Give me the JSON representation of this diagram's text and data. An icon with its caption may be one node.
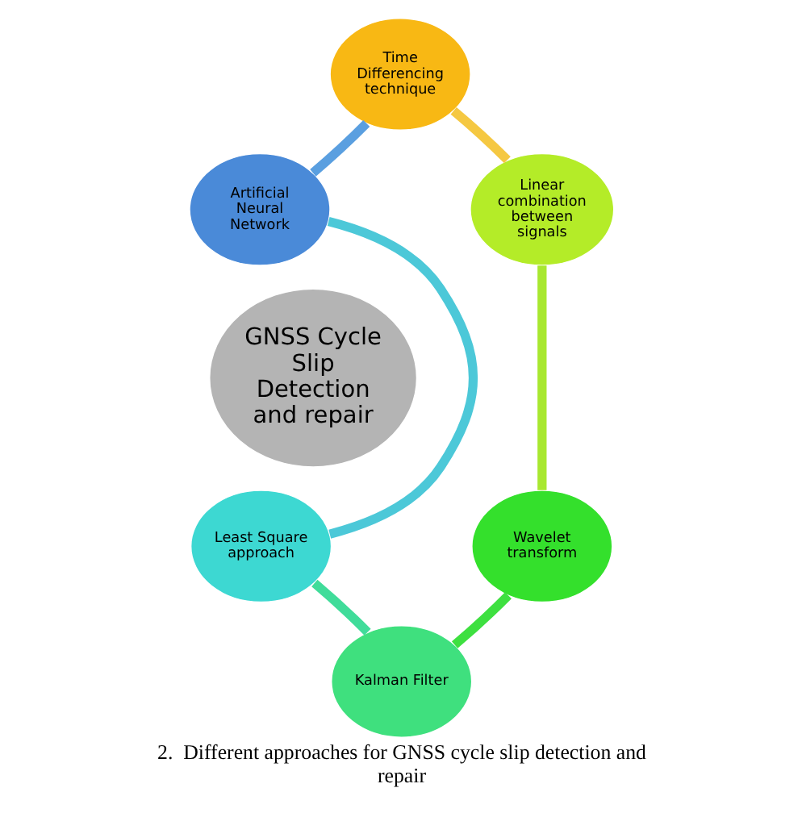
{
  "diagram": {
    "caption": "2.  Different approaches for GNSS cycle slip detection and repair",
    "nodes": [
      {
        "text": [
          "GNSS Cycle Slip Detection and repair"
        ]
      },
      {
        "text": [
          "Time Differencing technique"
        ]
      },
      {
        "text": [
          "Linear combination between signals"
        ]
      },
      {
        "text": [
          "Wavelet transform"
        ]
      },
      {
        "text": [
          "Kalman Filter"
        ]
      },
      {
        "text": [
          "Least Square approach"
        ]
      },
      {
        "text": [
          "Artificial Neural Network"
        ]
      }
    ],
    "edges": [
      {
        "from": 1,
        "to": 2,
        "arrow": "none",
        "color": "#f5c842"
      },
      {
        "from": 2,
        "to": 3,
        "arrow": "none",
        "color": "#a8e830"
      },
      {
        "from": 3,
        "to": 4,
        "arrow": "none",
        "color": "#3ee040"
      },
      {
        "from": 4,
        "to": 5,
        "arrow": "none",
        "color": "#40dc9a"
      },
      {
        "from": 5,
        "to": 6,
        "arrow": "none",
        "color": "#4cc8d8"
      },
      {
        "from": 6,
        "to": 1,
        "arrow": "none",
        "color": "#5a9fe0"
      }
    ]
  }
}
